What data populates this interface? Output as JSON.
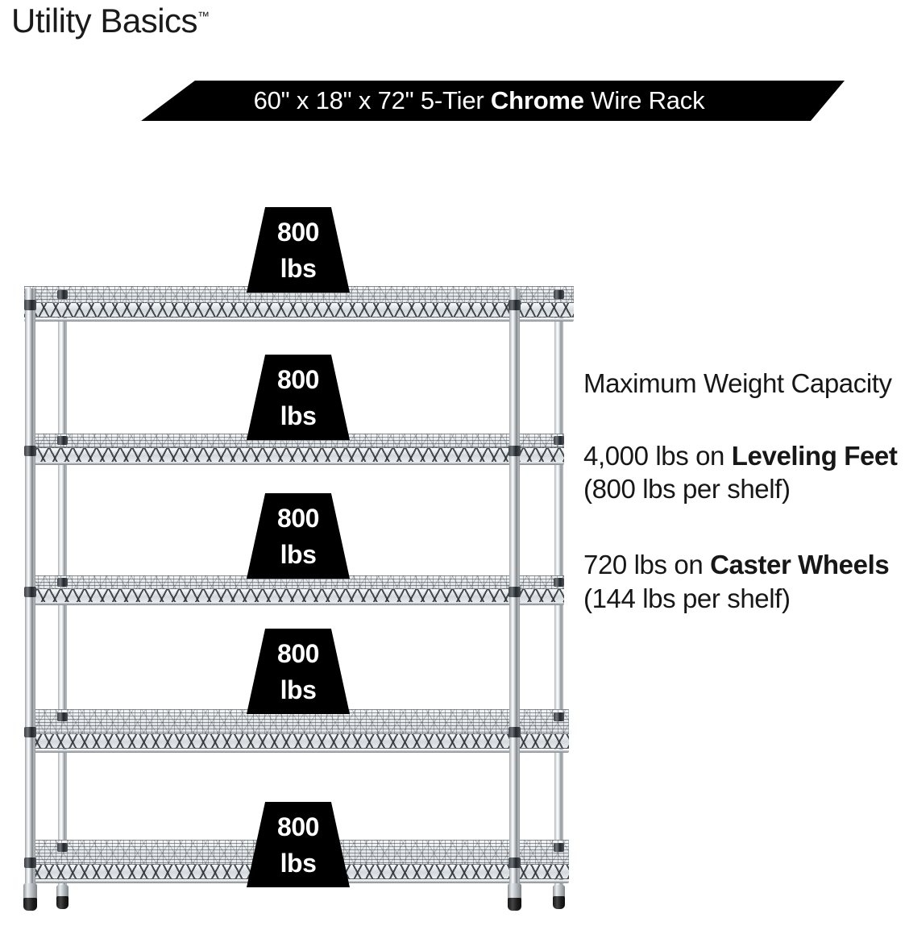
{
  "brand": {
    "name": "Utility Basics",
    "trademark": "™"
  },
  "banner": {
    "text_plain": "60\" x 18\" x 72\" 5-Tier Chrome Wire Rack",
    "text_before": "60\" x 18\" x 72\" 5-Tier ",
    "text_bold": "Chrome",
    "text_after": " Wire Rack",
    "background_color": "#000000",
    "text_color": "#ffffff"
  },
  "product": {
    "dimensions": "60\" x 18\" x 72\"",
    "tiers": "5-Tier",
    "finish": "Chrome",
    "type": "Wire Rack",
    "shelf_count": 5
  },
  "shelf_badges": [
    {
      "number": "800",
      "unit": "lbs"
    },
    {
      "number": "800",
      "unit": "lbs"
    },
    {
      "number": "800",
      "unit": "lbs"
    },
    {
      "number": "800",
      "unit": "lbs"
    },
    {
      "number": "800",
      "unit": "lbs"
    }
  ],
  "info": {
    "heading": "Maximum Weight Capacity",
    "leveling": {
      "before": "4,000 lbs on ",
      "bold": "Leveling Feet",
      "after": " (800 lbs per shelf)",
      "full": "4,000 lbs on Leveling Feet (800 lbs per shelf)"
    },
    "caster": {
      "before": "720 lbs on ",
      "bold": "Caster Wheels",
      "after": " (144 lbs per shelf)",
      "full": "720 lbs on Caster Wheels (144 lbs per shelf)"
    }
  },
  "colors": {
    "background": "#ffffff",
    "text": "#171717",
    "banner_fill": "#000000",
    "badge_fill": "#000000",
    "badge_text": "#ffffff",
    "chrome_light": "#fdfdfd",
    "chrome_mid": "#c3c8cc",
    "chrome_dark": "#7d8287"
  }
}
